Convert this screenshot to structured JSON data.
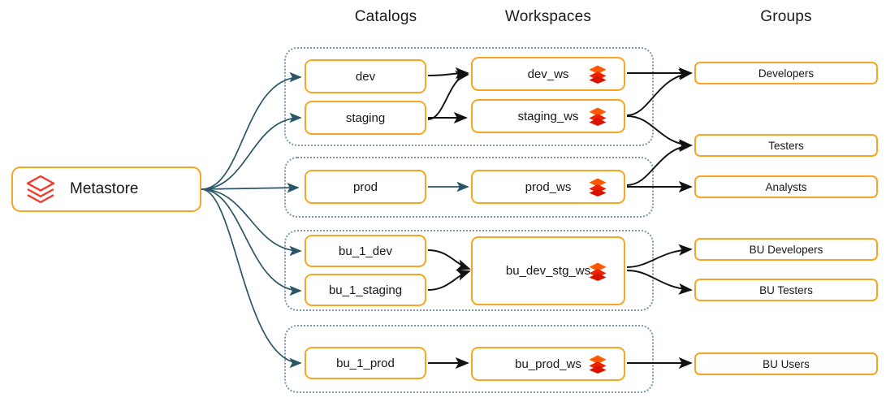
{
  "title": "Unity Catalog metastore to catalogs to workspaces to groups mapping",
  "colors": {
    "node_border": "#f7a623",
    "node_fill": "#ffffff",
    "dotted_border": "#7e97ad",
    "metastore_arrow": "#2a5668",
    "inner_arrow": "#111111",
    "logo_red": "#ee3d2d",
    "logo_orange": "#ff3621",
    "text": "#15171a",
    "background": "#ffffff"
  },
  "headers": [
    {
      "id": "catalogs",
      "label": "Catalogs"
    },
    {
      "id": "workspaces",
      "label": "Workspaces"
    },
    {
      "id": "groups",
      "label": "Groups"
    }
  ],
  "metastore": {
    "label": "Metastore",
    "icon": "databricks-logo-outline-icon"
  },
  "containers": [
    {
      "id": "env-dev-staging",
      "boxes": [
        "dev",
        "staging",
        "dev_ws",
        "staging_ws"
      ]
    },
    {
      "id": "env-prod",
      "boxes": [
        "prod",
        "prod_ws"
      ]
    },
    {
      "id": "env-bu-dev-staging",
      "boxes": [
        "bu_1_dev",
        "bu_1_staging",
        "bu_dev_stg_ws"
      ]
    },
    {
      "id": "env-bu-prod",
      "boxes": [
        "bu_1_prod",
        "bu_prod_ws"
      ]
    }
  ],
  "catalogs": [
    {
      "id": "dev",
      "label": "dev"
    },
    {
      "id": "staging",
      "label": "staging"
    },
    {
      "id": "prod",
      "label": "prod"
    },
    {
      "id": "bu_1_dev",
      "label": "bu_1_dev"
    },
    {
      "id": "bu_1_staging",
      "label": "bu_1_staging"
    },
    {
      "id": "bu_1_prod",
      "label": "bu_1_prod"
    }
  ],
  "workspaces": [
    {
      "id": "dev_ws",
      "label": "dev_ws",
      "icon": "databricks-logo-icon"
    },
    {
      "id": "staging_ws",
      "label": "staging_ws",
      "icon": "databricks-logo-icon"
    },
    {
      "id": "prod_ws",
      "label": "prod_ws",
      "icon": "databricks-logo-icon"
    },
    {
      "id": "bu_dev_stg_ws",
      "label": "bu_dev_stg_ws",
      "icon": "databricks-logo-icon"
    },
    {
      "id": "bu_prod_ws",
      "label": "bu_prod_ws",
      "icon": "databricks-logo-icon"
    }
  ],
  "groups": [
    {
      "id": "developers",
      "label": "Developers"
    },
    {
      "id": "testers",
      "label": "Testers"
    },
    {
      "id": "analysts",
      "label": "Analysts"
    },
    {
      "id": "bu_developers",
      "label": "BU Developers"
    },
    {
      "id": "bu_testers",
      "label": "BU Testers"
    },
    {
      "id": "bu_users",
      "label": "BU Users"
    }
  ],
  "edges": [
    {
      "from": "metastore",
      "to": "dev"
    },
    {
      "from": "metastore",
      "to": "staging"
    },
    {
      "from": "metastore",
      "to": "prod"
    },
    {
      "from": "metastore",
      "to": "bu_1_dev"
    },
    {
      "from": "metastore",
      "to": "bu_1_staging"
    },
    {
      "from": "metastore",
      "to": "bu_1_prod"
    },
    {
      "from": "dev",
      "to": "dev_ws"
    },
    {
      "from": "dev",
      "to": "staging_ws"
    },
    {
      "from": "staging",
      "to": "dev_ws"
    },
    {
      "from": "staging",
      "to": "staging_ws"
    },
    {
      "from": "prod",
      "to": "prod_ws"
    },
    {
      "from": "bu_1_dev",
      "to": "bu_dev_stg_ws"
    },
    {
      "from": "bu_1_staging",
      "to": "bu_dev_stg_ws"
    },
    {
      "from": "bu_1_prod",
      "to": "bu_prod_ws"
    },
    {
      "from": "dev_ws",
      "to": "developers"
    },
    {
      "from": "staging_ws",
      "to": "developers"
    },
    {
      "from": "staging_ws",
      "to": "testers"
    },
    {
      "from": "prod_ws",
      "to": "testers"
    },
    {
      "from": "prod_ws",
      "to": "analysts"
    },
    {
      "from": "bu_dev_stg_ws",
      "to": "bu_developers"
    },
    {
      "from": "bu_dev_stg_ws",
      "to": "bu_testers"
    },
    {
      "from": "bu_prod_ws",
      "to": "bu_users"
    }
  ]
}
